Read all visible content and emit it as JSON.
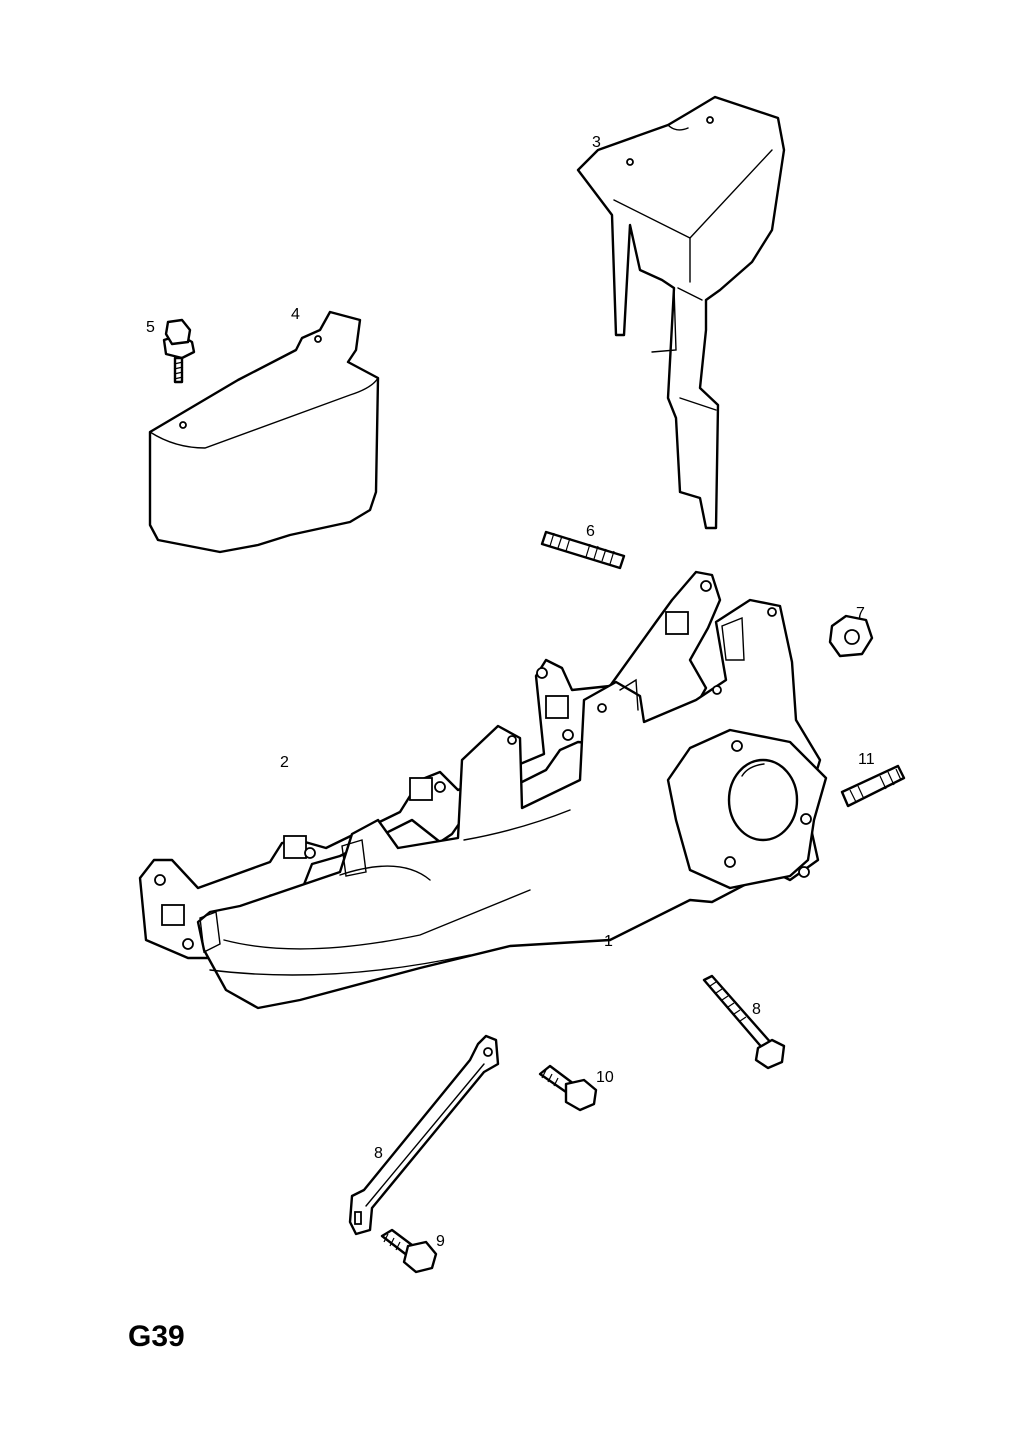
{
  "diagram": {
    "code": "G39",
    "callouts": {
      "c1": "1",
      "c2": "2",
      "c3": "3",
      "c4": "4",
      "c5": "5",
      "c6": "6",
      "c7": "7",
      "c8a": "8",
      "c8b": "8",
      "c9": "9",
      "c10": "10",
      "c11": "11"
    }
  }
}
